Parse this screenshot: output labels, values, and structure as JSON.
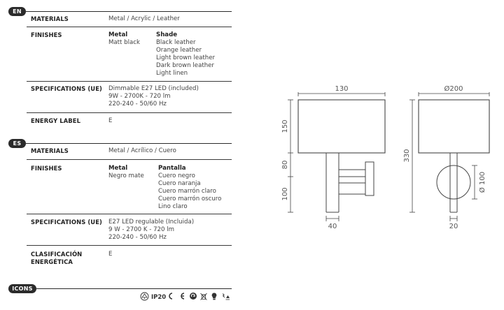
{
  "sections": {
    "en": {
      "pill": "EN",
      "materials": {
        "label": "MATERIALS",
        "value": "Metal / Acrylic / Leather"
      },
      "finishes": {
        "label": "FINISHES",
        "col1_head": "Metal",
        "col1_items": [
          "Matt black"
        ],
        "col2_head": "Shade",
        "col2_items": [
          "Black leather",
          "Orange leather",
          "Light brown leather",
          "Dark brown leather",
          "Light linen"
        ]
      },
      "specifications": {
        "label": "SPECIFICATIONS (UE)",
        "lines": [
          "Dimmable E27 LED (included)",
          "9W - 2700K - 720 lm",
          "220-240 - 50/60 Hz"
        ]
      },
      "energy": {
        "label": "ENERGY LABEL",
        "value": "E"
      }
    },
    "es": {
      "pill": "ES",
      "materials": {
        "label": "MATERIALS",
        "value": "Metal / Acrílico / Cuero"
      },
      "finishes": {
        "label": "FINISHES",
        "col1_head": "Metal",
        "col1_items": [
          "Negro mate"
        ],
        "col2_head": "Pantalla",
        "col2_items": [
          "Cuero negro",
          "Cuero naranja",
          "Cuero marrón claro",
          "Cuero marrón oscuro",
          "Lino claro"
        ]
      },
      "specifications": {
        "label": "SPECIFICATIONS (UE)",
        "lines": [
          "E27 LED regulable (Incluida)",
          "9 W - 2700 K - 720 lm",
          "220-240 - 50/60 Hz"
        ]
      },
      "energy": {
        "label_line1": "CLASIFICACIÓN",
        "label_line2": "ENERGÉTICA",
        "value": "E"
      }
    }
  },
  "icons": {
    "pill": "ICONS",
    "ip_rating": "IP20",
    "items": [
      "protection-class-icon",
      "ip20-rating",
      "ce-mark-icon",
      "ce-mark-icon",
      "recycle-icon",
      "no-bin-icon",
      "dimmable-bulb-icon",
      "energy-label-icon"
    ]
  },
  "drawing": {
    "front_width": "130",
    "shade_height": "150",
    "arm_height": "80",
    "base_height": "100",
    "base_width": "40",
    "side_diameter": "Ø200",
    "side_height": "330",
    "plate_diameter": "Ø 100",
    "rod_width": "20"
  },
  "colors": {
    "text": "#3a3a3a",
    "pill": "#2b2b2b",
    "drawing": "#444444"
  }
}
